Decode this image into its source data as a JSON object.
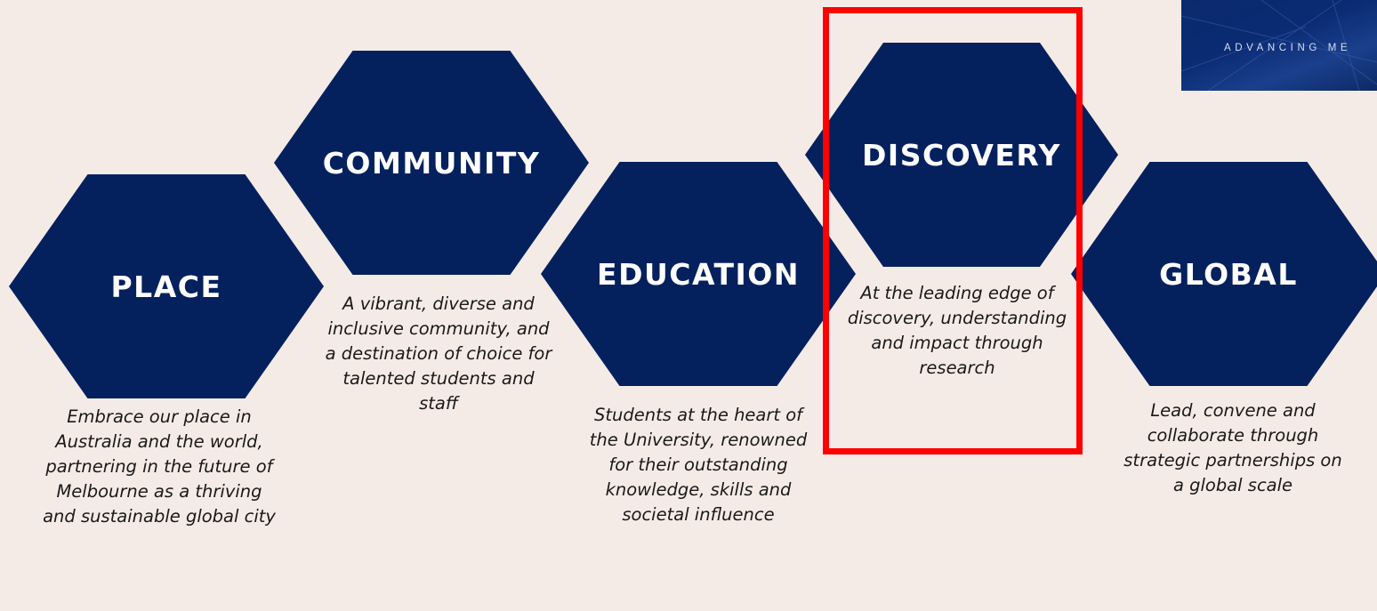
{
  "pillars": [
    {
      "title": "PLACE",
      "description": "Embrace our place in Australia and the world, partnering in the future of Melbourne as a thriving and sustainable global city"
    },
    {
      "title": "COMMUNITY",
      "description": "A vibrant, diverse and inclusive community, and a destination of choice for talented students and staff"
    },
    {
      "title": "EDUCATION",
      "description": "Students at the heart of the University, renowned for their outstanding knowledge, skills and societal influence"
    },
    {
      "title": "DISCOVERY",
      "description": "At the leading edge of discovery, understanding and impact through research"
    },
    {
      "title": "GLOBAL",
      "description": "Lead, convene and collaborate through strategic partnerships on a global scale"
    }
  ],
  "logo": {
    "text": "ADVANCING ME"
  },
  "colors": {
    "background": "#f5ebe6",
    "hexagon": "#04215e",
    "highlight": "#ff0000"
  }
}
